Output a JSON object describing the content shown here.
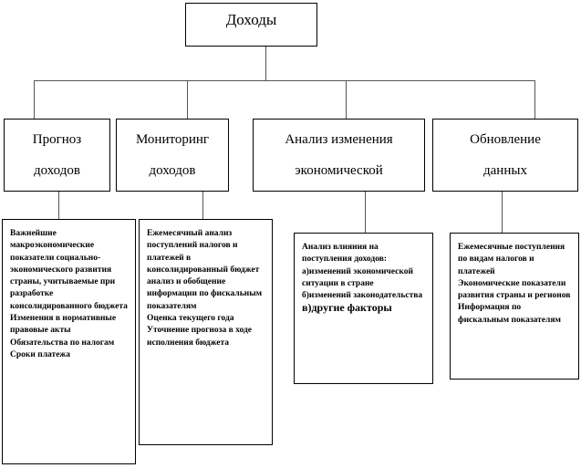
{
  "root": {
    "label": "Доходы"
  },
  "branches": [
    {
      "heading": [
        "Прогноз",
        "доходов"
      ],
      "items": [
        "Важнейшие макроэкономические показатели социально-экономического развития страны, учитываемые при разработке консолидированного бюджета",
        "Изменения в нормативные правовые акты",
        "Обязательства по налогам",
        "Сроки платежа"
      ]
    },
    {
      "heading": [
        "Мониторинг",
        "доходов"
      ],
      "items": [
        "Ежемесячный анализ поступлений налогов и платежей в консолидированный бюджет",
        "анализ и обобщение информации по фискальным показателям",
        "Оценка текущего года",
        "Уточнение прогноза в ходе исполнения бюджета"
      ]
    },
    {
      "heading": [
        "Анализ изменения",
        "экономической"
      ],
      "items": [
        "Анализ влияния на поступления доходов:",
        "а)изменений экономической ситуации в стране",
        "б)изменений законодательства",
        "в)другие факторы"
      ]
    },
    {
      "heading": [
        "Обновление",
        "данных"
      ],
      "items": [
        "Ежемесячные поступления по видам налогов и платежей",
        "Экономические показатели развития страны и регионов",
        "Информация по фискальным показателям"
      ]
    }
  ]
}
